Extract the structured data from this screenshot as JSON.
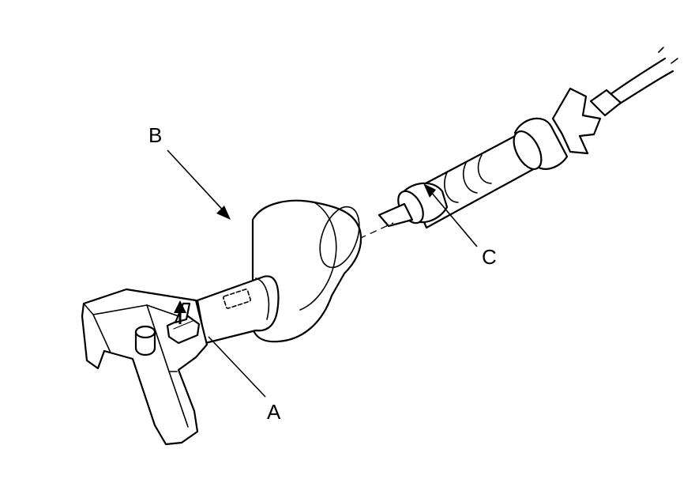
{
  "diagram": {
    "callouts": [
      {
        "id": "A",
        "label": "A"
      },
      {
        "id": "B",
        "label": "B"
      },
      {
        "id": "C",
        "label": "C"
      }
    ],
    "colors": {
      "line": "#000000",
      "background": "#ffffff"
    }
  }
}
